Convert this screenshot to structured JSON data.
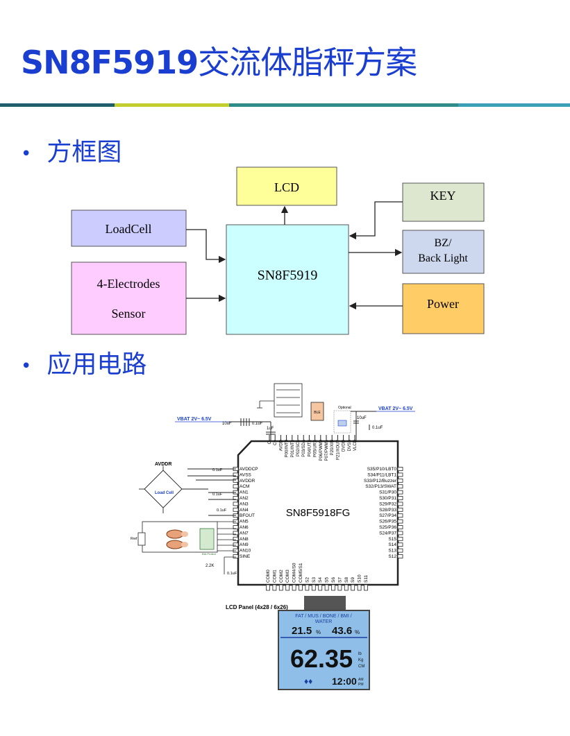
{
  "title": {
    "latin": "SN8F5919",
    "cn": "交流体脂秤方案"
  },
  "colors": {
    "title_blue": "#1a3fd0",
    "rule": [
      "#1f5e6a",
      "#c2cd2e",
      "#2e8b88",
      "#3b9fb6"
    ]
  },
  "section1": {
    "label": "方框图"
  },
  "section2": {
    "label": "应用电路"
  },
  "block_diagram": {
    "lcd": "LCD",
    "key": "KEY",
    "loadcell": "LoadCell",
    "mcu": "SN8F5919",
    "bz_line1": "BZ/",
    "bz_line2": "Back Light",
    "electrodes_line1": "4-Electrodes",
    "electrodes_line2": "Sensor",
    "power": "Power"
  },
  "schematic": {
    "chip": "SN8F5918FG",
    "vbat_left": "VBAT 2V~ 6.5V",
    "vbat_right": "VBAT 2V~ 6.5V",
    "avddr_label": "AVDDR",
    "loadcell_label": "Load Cell",
    "ble_label": "BLE",
    "optional_label": "Optional",
    "cap_10uf": "10uF",
    "cap_01uf": "0.1uF",
    "cap_1uf": "1uF",
    "res_22k": "2.2K",
    "rref_label": "Rref",
    "bia_label": "BIA Protect",
    "top_pins": [
      "C-",
      "C+",
      "AVDD",
      "P00/INT0",
      "P01/INT1",
      "P02/SCL",
      "P03/SDA",
      "P04/UTX",
      "P05/URX",
      "P06/PWM0",
      "P07/PWM1",
      "P20/XIN",
      "P21/XOUT",
      "DVDD",
      "DVSS",
      "VLCD"
    ],
    "left_pins": [
      "AVDDCP",
      "AVSS",
      "AVDDR",
      "ACM",
      "AN1",
      "AN2",
      "AN3",
      "AN4",
      "BFOUT",
      "AN5",
      "AN6",
      "AN7",
      "AN8",
      "AN9",
      "AN10",
      "SINE"
    ],
    "right_pins": [
      "S35/P10/LBT0",
      "S34/P11/LBT1",
      "S33/P12/Buzzer",
      "S32/P13/SWAT",
      "S31/P30",
      "S30/P31",
      "S29/P32",
      "S28/P33",
      "S27/P34",
      "S26/P35",
      "S25/P36",
      "S24/P37",
      "S15",
      "S14",
      "S13",
      "S12"
    ],
    "bottom_pins": [
      "COM0",
      "COM1",
      "COM2",
      "COM3",
      "COM4/S0",
      "COM5/S1",
      "S2",
      "S3",
      "S4",
      "S5",
      "S6",
      "S7",
      "S8",
      "S9",
      "S10",
      "S11"
    ],
    "lcd_panel_label": "LCD Panel (4x28 / 6x26)",
    "lcd_header": "FAT / MUS / BONE / BMI /",
    "lcd_water": "WATER",
    "lcd_val1": "21.5",
    "lcd_val2": "43.6",
    "lcd_pct": "%",
    "lcd_big": "62.35",
    "lcd_units": [
      "lb",
      "Kg",
      "CM"
    ],
    "lcd_time": "12:00",
    "lcd_ampm": [
      "AM",
      "PM"
    ]
  }
}
